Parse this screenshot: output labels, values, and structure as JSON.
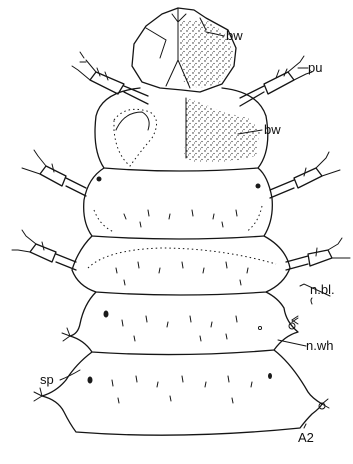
{
  "figure": {
    "labels": {
      "head_bw": "bw",
      "pu": "pu",
      "thorax_bw": "bw",
      "n_bl": "n.bl.",
      "n_wh": "n.wh",
      "sp": "sp",
      "a2": "A2"
    }
  }
}
